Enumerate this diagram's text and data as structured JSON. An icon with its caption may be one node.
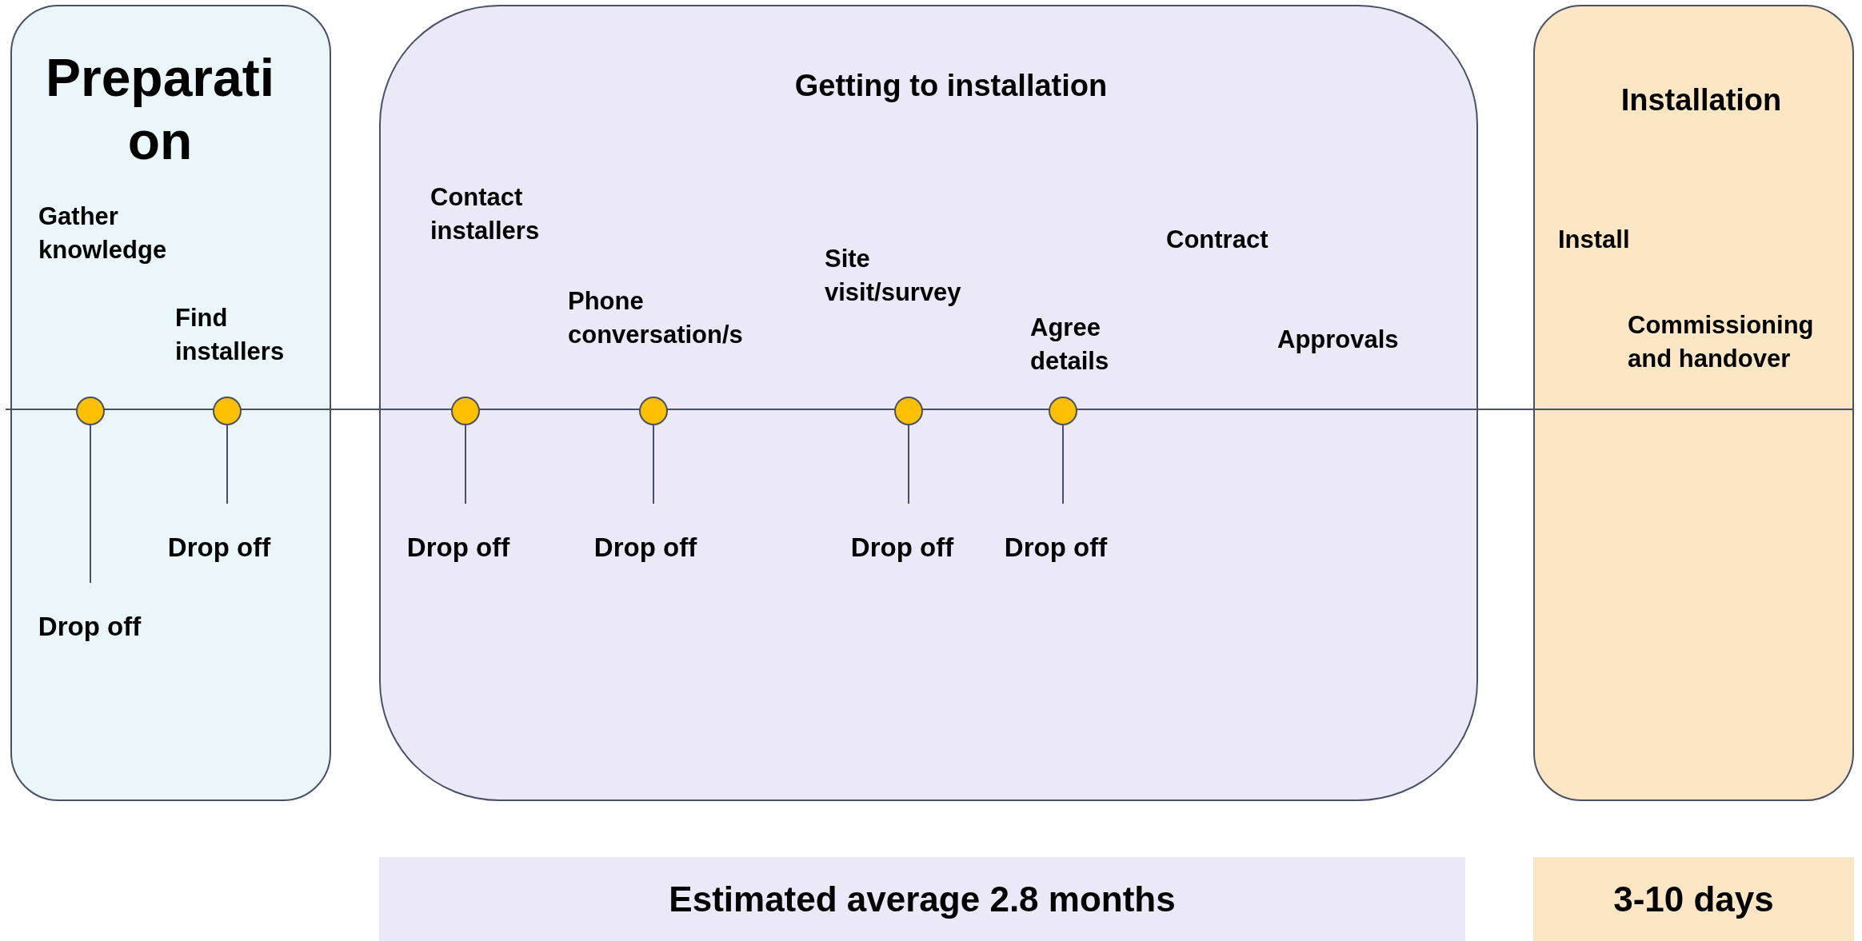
{
  "diagram": {
    "nodes": [
      {
        "text": [
          "Preparation",
          "Gather knowledge",
          "Find installers"
        ]
      },
      {
        "text": [],
        "shape": "circle",
        "in": 0
      },
      {
        "text": [],
        "shape": "circle",
        "in": 0
      },
      {
        "text": [
          "Drop off"
        ],
        "in": 0
      },
      {
        "text": [
          "Drop off"
        ],
        "in": 0
      },
      {
        "text": [
          "Getting to installation",
          "Contact installers",
          "Phone conversation/s",
          "Site visit/survey",
          "Agree details",
          "Contract",
          "Approvals"
        ]
      },
      {
        "text": [],
        "shape": "circle",
        "in": 5
      },
      {
        "text": [],
        "shape": "circle",
        "in": 5
      },
      {
        "text": [],
        "shape": "circle",
        "in": 5
      },
      {
        "text": [],
        "shape": "circle",
        "in": 5
      },
      {
        "text": [
          "Drop off"
        ],
        "in": 5
      },
      {
        "text": [
          "Drop off"
        ],
        "in": 5
      },
      {
        "text": [
          "Drop off"
        ],
        "in": 5
      },
      {
        "text": [
          "Drop off"
        ],
        "in": 5
      },
      {
        "text": [
          "Installation",
          "Install",
          "Commissioning and handover"
        ]
      },
      {
        "text": [
          "Estimated average 2.8 months"
        ]
      },
      {
        "text": [
          "3-10 days"
        ]
      }
    ],
    "edges": [
      {
        "from": 1,
        "to": 4,
        "arrow": "none"
      },
      {
        "from": 2,
        "to": 3,
        "arrow": "none"
      },
      {
        "from": 6,
        "to": 10,
        "arrow": "none"
      },
      {
        "from": 7,
        "to": 11,
        "arrow": "none"
      },
      {
        "from": 8,
        "to": 12,
        "arrow": "none"
      },
      {
        "from": 9,
        "to": 13,
        "arrow": "none"
      }
    ]
  }
}
